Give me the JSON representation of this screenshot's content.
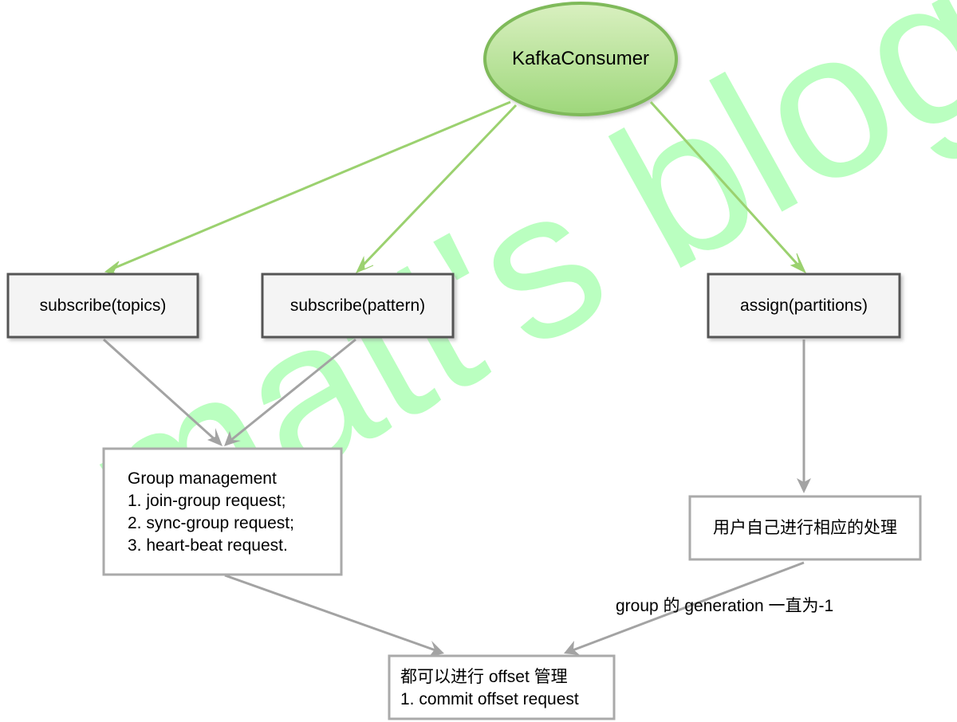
{
  "watermark": "matt's blog",
  "root": {
    "label": "KafkaConsumer"
  },
  "nodes": {
    "subscribe_topics": "subscribe(topics)",
    "subscribe_pattern": "subscribe(pattern)",
    "assign_partitions": "assign(partitions)",
    "group_management": {
      "lines": [
        "Group management",
        "1. join-group request;",
        "2. sync-group request;",
        "3. heart-beat request."
      ]
    },
    "user_handle": "用户自己进行相应的处理",
    "offset_management": {
      "lines": [
        "都可以进行 offset 管理",
        "1. commit offset request"
      ]
    }
  },
  "edge_labels": {
    "generation": "group 的 generation 一直为-1"
  },
  "colors": {
    "green_edge": "#9bd16f",
    "gray_edge": "#a3a3a3",
    "root_fill_top": "#d7efbc",
    "root_fill_bottom": "#9fd77a",
    "root_stroke": "#7fba5a",
    "box_fill": "#f4f4f4",
    "box_stroke": "#555555",
    "light_box_stroke": "#aaaaaa",
    "watermark": "#b7ffbd"
  }
}
